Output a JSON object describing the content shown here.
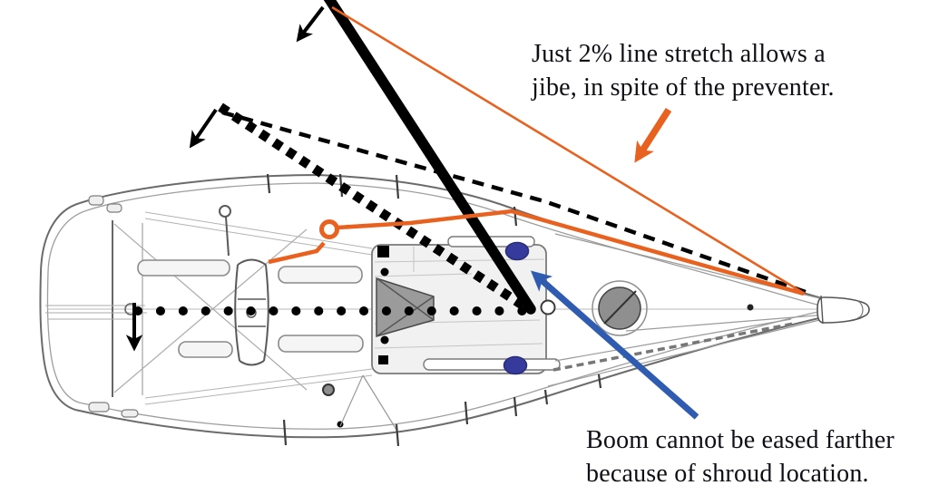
{
  "annotations": {
    "stretch_note": {
      "line1": "Just 2% line stretch allows a",
      "line2": "jibe, in spite of the preventer."
    },
    "shroud_note": {
      "line1": "Boom cannot be eased farther",
      "line2": "because of shroud location."
    }
  },
  "colors": {
    "orange": "#e8611f",
    "blue_arrow": "#2f5cb0",
    "blue_dot": "#353a9c",
    "ink": "#0e0e14"
  }
}
